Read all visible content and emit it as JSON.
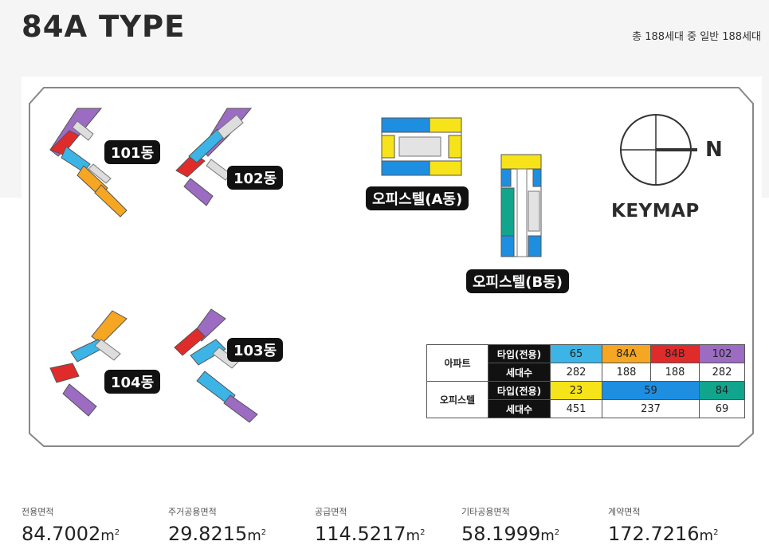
{
  "header": {
    "title": "84A TYPE",
    "households": "총 188세대 중 일반 188세대"
  },
  "keymap": {
    "buildings": {
      "b101": "101동",
      "b102": "102동",
      "b103": "103동",
      "b104": "104동",
      "officeA": "오피스텔(A동)",
      "officeB": "오피스텔(B동)"
    },
    "label": "KEYMAP",
    "compass_letter": "N",
    "colors": {
      "t65": "#3cb4e6",
      "t84a": "#f5a623",
      "t84b": "#e02b2b",
      "t102": "#9b6cc2",
      "o23": "#f7e31a",
      "o59": "#1e8fe0",
      "o84": "#11a58e"
    }
  },
  "legend": {
    "apt": {
      "group": "아파트",
      "type_header": "타입(전용)",
      "count_header": "세대수",
      "types": [
        "65",
        "84A",
        "84B",
        "102"
      ],
      "counts": [
        "282",
        "188",
        "188",
        "282"
      ]
    },
    "office": {
      "group": "오피스텔",
      "type_header": "타입(전용)",
      "count_header": "세대수",
      "types": [
        "23",
        "59",
        "84"
      ],
      "counts": [
        "451",
        "237",
        "69"
      ]
    }
  },
  "areas": [
    {
      "label": "전용면적",
      "value": "84.7002",
      "unit": "m",
      "sup": "2"
    },
    {
      "label": "주거공용면적",
      "value": "29.8215",
      "unit": "m",
      "sup": "2"
    },
    {
      "label": "공급면적",
      "value": "114.5217",
      "unit": "m",
      "sup": "2"
    },
    {
      "label": "기타공용면적",
      "value": "58.1999",
      "unit": "m",
      "sup": "2"
    },
    {
      "label": "계약면적",
      "value": "172.7216",
      "unit": "m",
      "sup": "2"
    }
  ]
}
